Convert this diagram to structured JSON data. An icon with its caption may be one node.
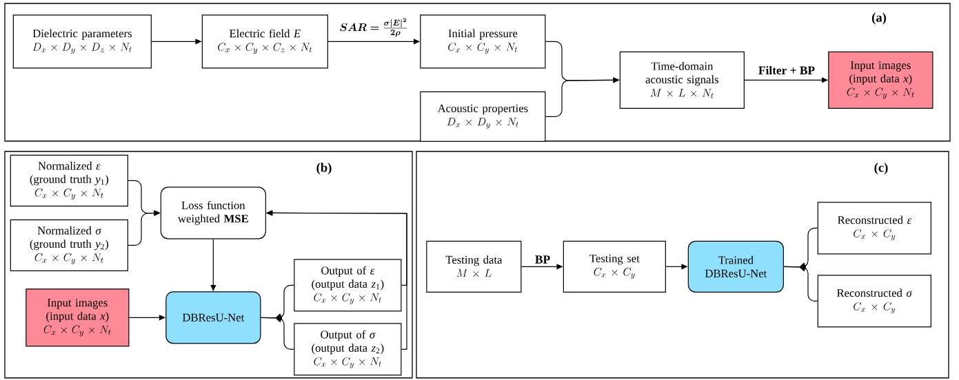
{
  "diagram": {
    "nodes": [
      {
        "text": [
          "(a)"
        ]
      },
      {
        "text": [
          "Dielectric parameters",
          "D_x \\times D_y \\times D_z \\times N_t"
        ],
        "in": 0
      },
      {
        "text": [
          "Electric field *E*",
          "C_x \\times C_y \\times C_z \\times N_t"
        ],
        "in": 0
      },
      {
        "text": [
          "Initial pressure",
          "C_x \\times C_y \\times N_t"
        ],
        "in": 0
      },
      {
        "text": [
          "Acoustic properties",
          "D_x \\times D_y \\times N_t"
        ],
        "in": 0
      },
      {
        "text": [
          "Time-domain acoustic signals",
          "M \\times L \\times N_t"
        ],
        "in": 0
      },
      {
        "text": [
          "Input images (input data *x*)",
          "C_x \\times C_y \\times N_t"
        ],
        "in": 0
      },
      {
        "text": [
          "(b)"
        ]
      },
      {
        "text": [
          "Normalized *ε* (ground truth *y*$_{1}$)",
          "C_x \\times C_y \\times N_t"
        ],
        "in": 7
      },
      {
        "text": [
          "Normalized *σ* (ground truth *y*$_{2}$)",
          "C_x \\times C_y \\times N_t"
        ],
        "in": 7
      },
      {
        "text": [
          "Loss function weighted **MSE**"
        ],
        "in": 7
      },
      {
        "text": [
          "Input images (input data *x*)",
          "C_x \\times C_y \\times N_t"
        ],
        "in": 7
      },
      {
        "text": [
          "DBResU-Net"
        ],
        "in": 7
      },
      {
        "text": [
          "Output of *ε* (output data *z*$_{1}$)",
          "C_x \\times C_y \\times N_t"
        ],
        "in": 7
      },
      {
        "text": [
          "Output of *σ* (output data *z*$_{2}$)",
          "C_x \\times C_y \\times N_t"
        ],
        "in": 7
      },
      {
        "text": [
          "(c)"
        ]
      },
      {
        "text": [
          "Testing data",
          "M \\times L"
        ],
        "in": 15
      },
      {
        "text": [
          "Testing set",
          "C_x \\times C_y"
        ],
        "in": 15
      },
      {
        "text": [
          "Trained DBResU-Net"
        ],
        "in": 15
      },
      {
        "text": [
          "Reconstructed *ε*",
          "C_x \\times C_y"
        ],
        "in": 15
      },
      {
        "text": [
          "Reconstructed *σ*",
          "C_x \\times C_y"
        ],
        "in": 15
      }
    ],
    "edges": [
      {
        "from": 1,
        "to": 2,
        "arrow": "to"
      },
      {
        "from": 2,
        "to": 3,
        "arrow": "to",
        "label": "\\bm{SAR = \\frac{\\sigma|E|^{2}}{2\\rho}}"
      },
      {
        "from": 3,
        "to": 5,
        "arrow": "to"
      },
      {
        "from": 4,
        "to": 5,
        "arrow": "to"
      },
      {
        "from": 5,
        "to": 6,
        "arrow": "to",
        "label": "Filter + BP"
      },
      {
        "from": 8,
        "to": 10,
        "arrow": "to"
      },
      {
        "from": 9,
        "to": 10,
        "arrow": "to"
      },
      {
        "from": 10,
        "to": 12,
        "arrow": "to"
      },
      {
        "from": 11,
        "to": 12,
        "arrow": "to"
      },
      {
        "from": 12,
        "to": 13,
        "arrow": "to"
      },
      {
        "from": 12,
        "to": 14,
        "arrow": "to"
      },
      {
        "from": 13,
        "to": 10,
        "arrow": "to"
      },
      {
        "from": 14,
        "to": 10,
        "arrow": "to"
      },
      {
        "from": 16,
        "to": 17,
        "arrow": "to",
        "label": "BP"
      },
      {
        "from": 17,
        "to": 18,
        "arrow": "to"
      },
      {
        "from": 18,
        "to": 19,
        "arrow": "to"
      },
      {
        "from": 18,
        "to": 20,
        "arrow": "to"
      }
    ]
  }
}
